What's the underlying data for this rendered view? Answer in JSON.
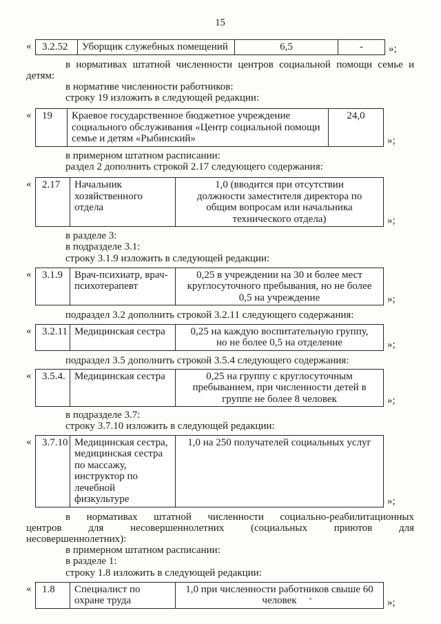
{
  "page_number": "15",
  "quotes": {
    "open": "«",
    "close": "»;"
  },
  "tables": [
    {
      "rows": [
        [
          "3.2.52",
          "Уборщик служебных помещений",
          "6,5",
          "-"
        ]
      ]
    },
    {
      "rows": [
        [
          "19",
          "Краевое государственное бюджетное учреждение социального обслуживания «Центр социальной помощи семье и детям «Рыбинский»",
          "24,0"
        ]
      ]
    },
    {
      "rows": [
        [
          "2.17",
          "Начальник хозяйственного отдела",
          "1,0 (вводится при отсутствии должности заместителя директора по общим вопросам или начальника технического отдела)"
        ]
      ]
    },
    {
      "rows": [
        [
          "3.1.9",
          "Врач-психиатр, врач-психотерапевт",
          "0,25 в учреждении на 30 и более мест круглосуточного пребывания, но не более 0,5 на учреждение"
        ]
      ]
    },
    {
      "rows": [
        [
          "3.2.11",
          "Медицинская сестра",
          "0,25 на каждую воспитательную группу, но не более 0,5 на отделение"
        ]
      ]
    },
    {
      "rows": [
        [
          "3.5.4.",
          "Медицинская сестра",
          "0,25 на группу с круглосуточным пребыванием, при численности детей в группе не более 8 человек"
        ]
      ]
    },
    {
      "rows": [
        [
          "3.7.10",
          "Медицинская сестра, медицинская сестра по массажу, инструктор по лечебной физкультуре",
          "1,0 на 250 получателей социальных услуг"
        ]
      ]
    },
    {
      "rows": [
        [
          "1.8",
          "Специалист по охране труда",
          "1,0 при численности работников свыше 60 человек"
        ]
      ]
    }
  ],
  "paragraphs": {
    "p1": "в нормативах штатной численности центров социальной помощи семье и детям:",
    "p2": "в нормативе численности работников:",
    "p3": "строку 19 изложить в следующей редакции:",
    "p4": "в примерном штатном расписании:",
    "p5": "раздел 2 дополнить строкой 2.17 следующего содержания:",
    "p6": "в разделе 3:",
    "p7": "в подразделе 3.1:",
    "p8": "строку 3.1.9 изложить в следующей редакции:",
    "p9": "подраздел 3.2 дополнить строкой 3.2.11 следующего содержания:",
    "p10": "подраздел 3.5 дополнить строкой 3.5.4 следующего содержания:",
    "p11": "в подразделе 3.7:",
    "p12": "строку 3.7.10 изложить в следующей редакции:",
    "p13": "в нормативах штатной численности социально-реабилитационных центров для несовершеннолетних (социальных приютов для несовершеннолетних):",
    "p14": "в примерном штатном расписании:",
    "p15": "в разделе 1:",
    "p16": "строку 1.8 изложить в следующей редакции:"
  }
}
